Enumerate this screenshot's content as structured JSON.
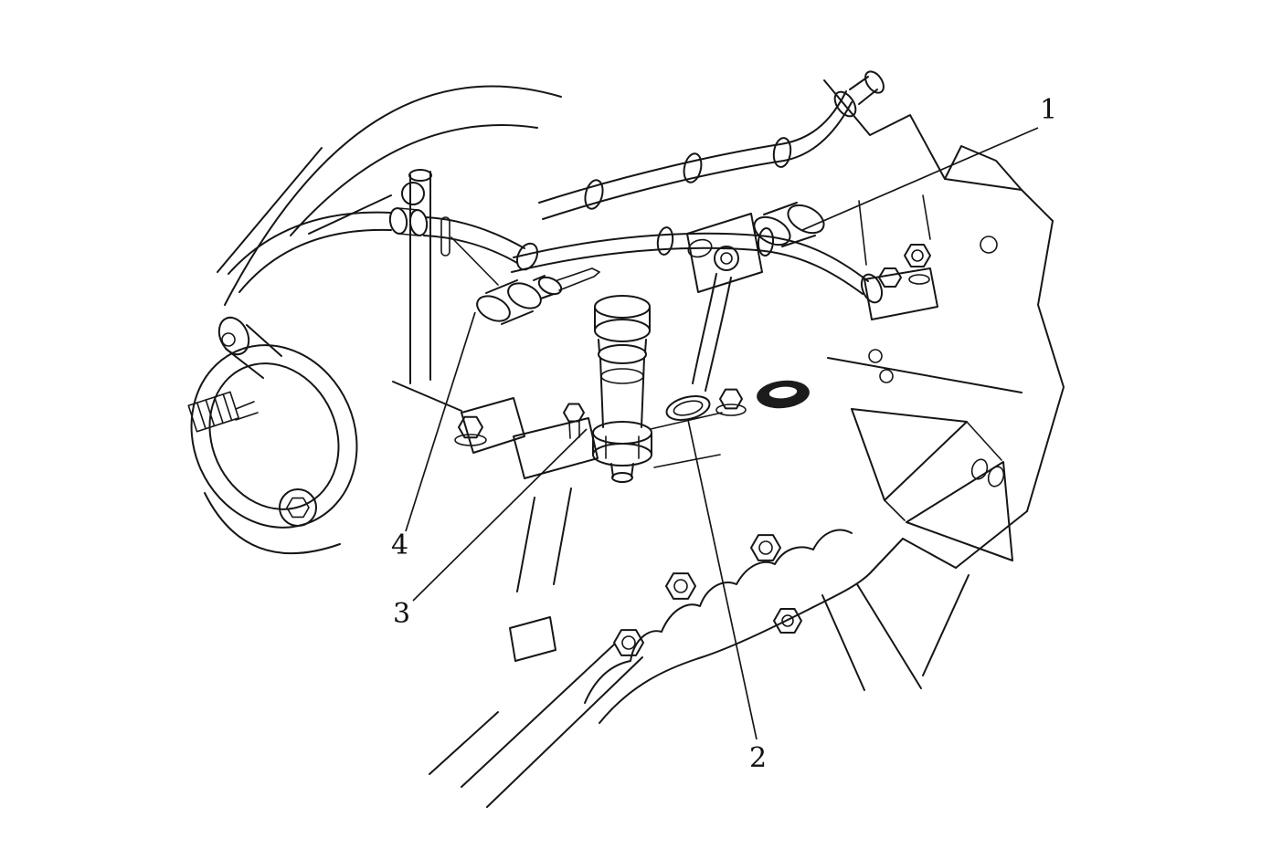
{
  "figure": {
    "background_color": "#ffffff",
    "line_color": "#161616"
  },
  "callouts": [
    {
      "id": 1,
      "label": "1"
    },
    {
      "id": 2,
      "label": "2"
    },
    {
      "id": 3,
      "label": "3"
    },
    {
      "id": 4,
      "label": "4"
    }
  ]
}
